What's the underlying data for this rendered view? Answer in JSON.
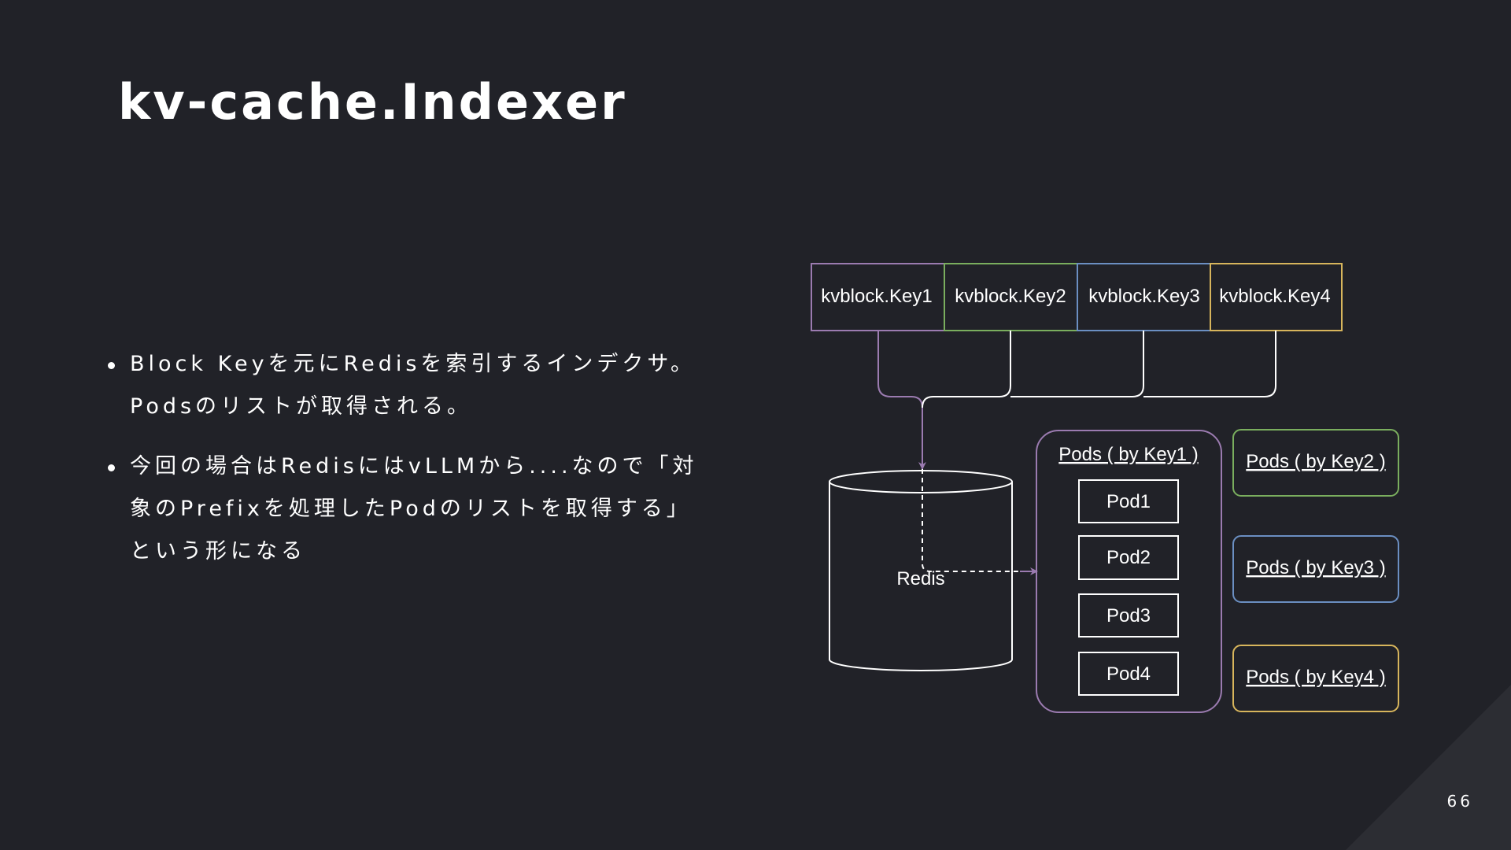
{
  "slide": {
    "title": "kv-cache.Indexer",
    "page_number": "66"
  },
  "bullets": [
    {
      "lines": [
        "Block Keyを元にRedisを索引するインデクサ。",
        "Podsのリストが取得される。"
      ]
    },
    {
      "lines": [
        "今回の場合はRedisにはvLLMから....なので「対",
        "象のPrefixを処理したPodのリストを取得する」",
        "という形になる"
      ]
    }
  ],
  "diagram": {
    "keys": [
      {
        "label": "kvblock.Key1",
        "color": "#9b7bb0"
      },
      {
        "label": "kvblock.Key2",
        "color": "#7aae5e"
      },
      {
        "label": "kvblock.Key3",
        "color": "#6b8fc2"
      },
      {
        "label": "kvblock.Key4",
        "color": "#d7b55c"
      }
    ],
    "store": {
      "label": "Redis"
    },
    "pod_groups": [
      {
        "label": "Pods ( by Key1 )",
        "color": "#9b7bb0"
      },
      {
        "label": "Pods ( by Key2 )",
        "color": "#7aae5e"
      },
      {
        "label": "Pods ( by Key3 )",
        "color": "#6b8fc2"
      },
      {
        "label": "Pods ( by Key4 )",
        "color": "#d7b55c"
      }
    ],
    "pods": [
      "Pod1",
      "Pod2",
      "Pod3",
      "Pod4"
    ],
    "arrow_color": "#9b7bb0"
  }
}
